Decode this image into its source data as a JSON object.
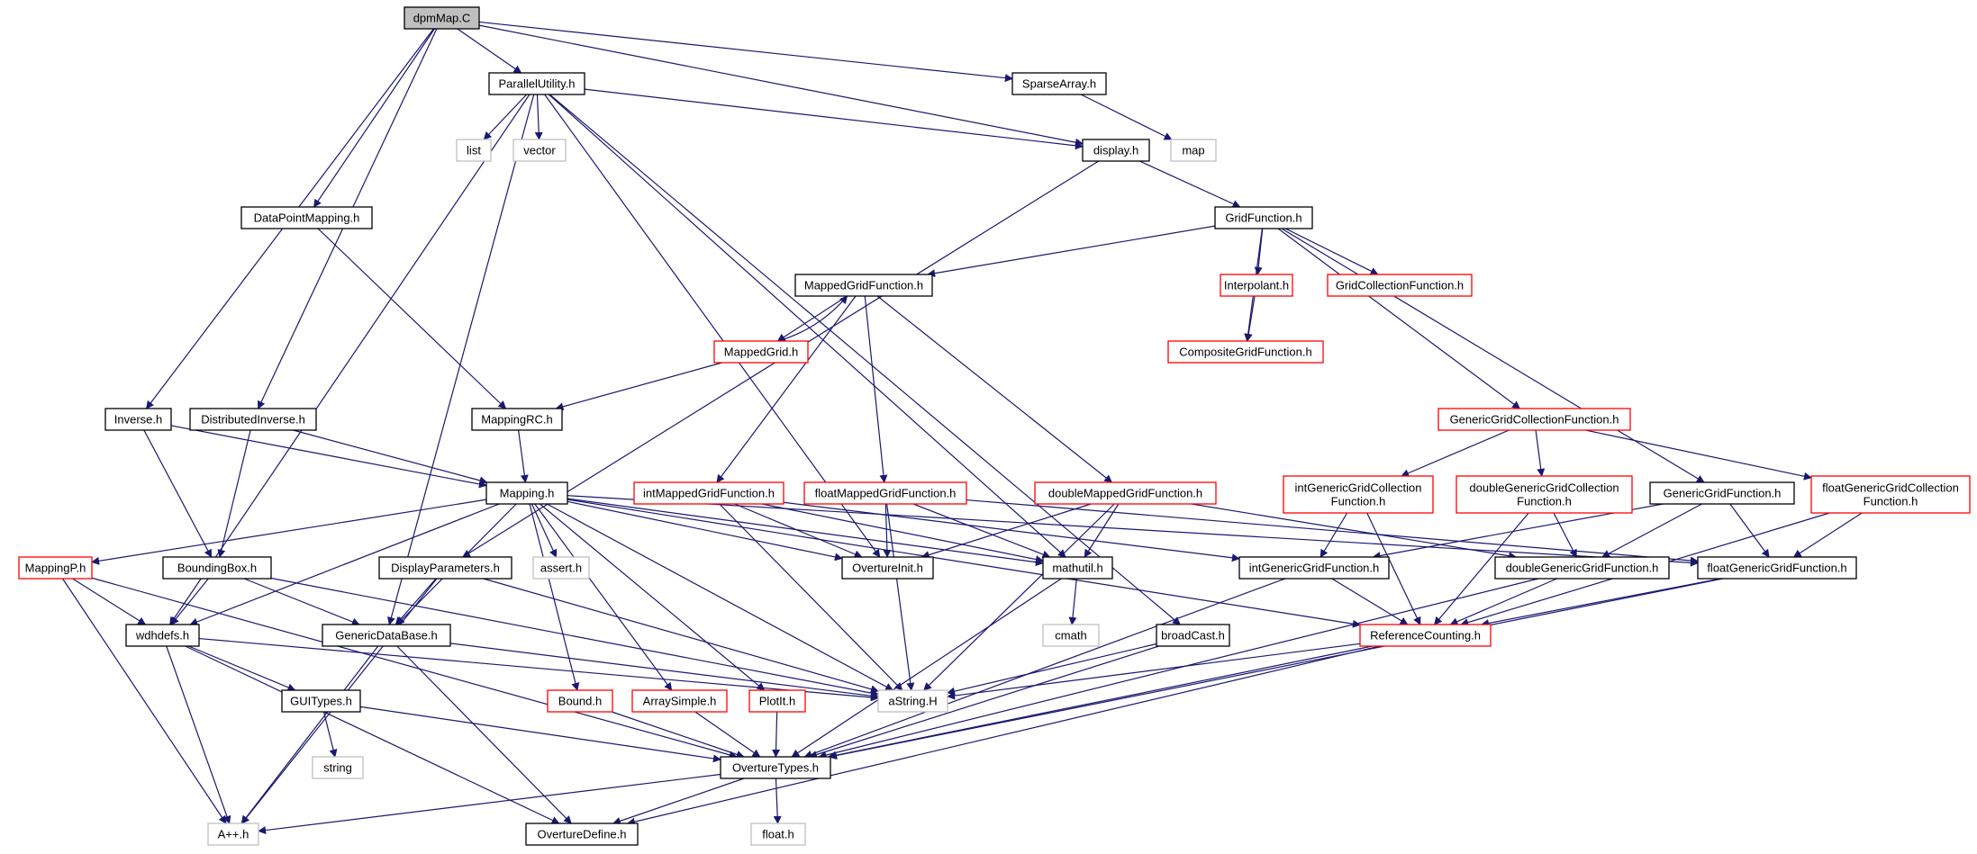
{
  "diagram": {
    "colors": {
      "edge": "#191970",
      "border_black": "#000000",
      "border_red": "#ff0000",
      "border_gray": "#bfbfbf",
      "root_fill": "#bfbfbf",
      "text_black": "#000000"
    },
    "nodes": [
      {
        "id": "dpmMapC",
        "label": "dpmMap.C",
        "style": "root"
      },
      {
        "id": "ParallelUtility",
        "label": "ParallelUtility.h",
        "style": "black"
      },
      {
        "id": "SparseArray",
        "label": "SparseArray.h",
        "style": "black"
      },
      {
        "id": "list",
        "label": "list",
        "style": "gray"
      },
      {
        "id": "vector",
        "label": "vector",
        "style": "gray"
      },
      {
        "id": "display",
        "label": "display.h",
        "style": "black"
      },
      {
        "id": "map",
        "label": "map",
        "style": "gray"
      },
      {
        "id": "DataPointMapping",
        "label": "DataPointMapping.h",
        "style": "black"
      },
      {
        "id": "GridFunction",
        "label": "GridFunction.h",
        "style": "black"
      },
      {
        "id": "MappedGridFunction",
        "label": "MappedGridFunction.h",
        "style": "black"
      },
      {
        "id": "Interpolant",
        "label": "Interpolant.h",
        "style": "red"
      },
      {
        "id": "GridCollectionFunction",
        "label": "GridCollectionFunction.h",
        "style": "red"
      },
      {
        "id": "MappedGrid",
        "label": "MappedGrid.h",
        "style": "red"
      },
      {
        "id": "CompositeGridFunction",
        "label": "CompositeGridFunction.h",
        "style": "red"
      },
      {
        "id": "InverseH",
        "label": "Inverse.h",
        "style": "black"
      },
      {
        "id": "DistributedInverse",
        "label": "DistributedInverse.h",
        "style": "black"
      },
      {
        "id": "MappingRC",
        "label": "MappingRC.h",
        "style": "black"
      },
      {
        "id": "GenericGridCollectionFunction",
        "label": "GenericGridCollectionFunction.h",
        "style": "red"
      },
      {
        "id": "MappingH",
        "label": "Mapping.h",
        "style": "black"
      },
      {
        "id": "intMappedGridFunction",
        "label": "intMappedGridFunction.h",
        "style": "red"
      },
      {
        "id": "floatMappedGridFunction",
        "label": "floatMappedGridFunction.h",
        "style": "red"
      },
      {
        "id": "doubleMappedGridFunction",
        "label": "doubleMappedGridFunction.h",
        "style": "red"
      },
      {
        "id": "intGenericGridCollectionFunction",
        "label": "intGenericGridCollection\nFunction.h",
        "style": "red"
      },
      {
        "id": "doubleGenericGridCollectionFunction",
        "label": "doubleGenericGridCollection\nFunction.h",
        "style": "red"
      },
      {
        "id": "GenericGridFunction",
        "label": "GenericGridFunction.h",
        "style": "black"
      },
      {
        "id": "floatGenericGridCollectionFunction",
        "label": "floatGenericGridCollection\nFunction.h",
        "style": "red"
      },
      {
        "id": "MappingP",
        "label": "MappingP.h",
        "style": "red"
      },
      {
        "id": "BoundingBox",
        "label": "BoundingBox.h",
        "style": "black"
      },
      {
        "id": "DisplayParameters",
        "label": "DisplayParameters.h",
        "style": "black"
      },
      {
        "id": "assert",
        "label": "assert.h",
        "style": "gray"
      },
      {
        "id": "OvertureInit",
        "label": "OvertureInit.h",
        "style": "black"
      },
      {
        "id": "mathutil",
        "label": "mathutil.h",
        "style": "black"
      },
      {
        "id": "intGenericGridFunction",
        "label": "intGenericGridFunction.h",
        "style": "black"
      },
      {
        "id": "doubleGenericGridFunction",
        "label": "doubleGenericGridFunction.h",
        "style": "black"
      },
      {
        "id": "floatGenericGridFunction",
        "label": "floatGenericGridFunction.h",
        "style": "black"
      },
      {
        "id": "wdhdefs",
        "label": "wdhdefs.h",
        "style": "black"
      },
      {
        "id": "GenericDataBase",
        "label": "GenericDataBase.h",
        "style": "black"
      },
      {
        "id": "cmath",
        "label": "cmath",
        "style": "gray"
      },
      {
        "id": "broadCast",
        "label": "broadCast.h",
        "style": "black"
      },
      {
        "id": "ReferenceCounting",
        "label": "ReferenceCounting.h",
        "style": "red"
      },
      {
        "id": "aString",
        "label": "aString.H",
        "style": "gray"
      },
      {
        "id": "GUITypes",
        "label": "GUITypes.h",
        "style": "black"
      },
      {
        "id": "BoundH",
        "label": "Bound.h",
        "style": "red"
      },
      {
        "id": "ArraySimple",
        "label": "ArraySimple.h",
        "style": "red"
      },
      {
        "id": "PlotIt",
        "label": "PlotIt.h",
        "style": "red"
      },
      {
        "id": "string",
        "label": "string",
        "style": "gray"
      },
      {
        "id": "OvertureTypes",
        "label": "OvertureTypes.h",
        "style": "black"
      },
      {
        "id": "App",
        "label": "A++.h",
        "style": "gray"
      },
      {
        "id": "OvertureDefine",
        "label": "OvertureDefine.h",
        "style": "black"
      },
      {
        "id": "floatH",
        "label": "float.h",
        "style": "gray"
      }
    ],
    "edges": [
      [
        "dpmMapC",
        "ParallelUtility"
      ],
      [
        "dpmMapC",
        "SparseArray"
      ],
      [
        "dpmMapC",
        "display"
      ],
      [
        "dpmMapC",
        "DataPointMapping"
      ],
      [
        "dpmMapC",
        "InverseH"
      ],
      [
        "dpmMapC",
        "DistributedInverse"
      ],
      [
        "ParallelUtility",
        "list"
      ],
      [
        "ParallelUtility",
        "vector"
      ],
      [
        "ParallelUtility",
        "display"
      ],
      [
        "ParallelUtility",
        "wdhdefs"
      ],
      [
        "ParallelUtility",
        "GenericDataBase"
      ],
      [
        "ParallelUtility",
        "OvertureInit"
      ],
      [
        "ParallelUtility",
        "mathutil"
      ],
      [
        "ParallelUtility",
        "broadCast"
      ],
      [
        "SparseArray",
        "map"
      ],
      [
        "display",
        "GridFunction"
      ],
      [
        "display",
        "DisplayParameters"
      ],
      [
        "DataPointMapping",
        "MappingRC"
      ],
      [
        "GridFunction",
        "MappedGridFunction"
      ],
      [
        "GridFunction",
        "Interpolant"
      ],
      [
        "GridFunction",
        "GridCollectionFunction"
      ],
      [
        "GridFunction",
        "CompositeGridFunction"
      ],
      [
        "GridFunction",
        "GenericGridCollectionFunction"
      ],
      [
        "GridFunction",
        "GenericGridFunction"
      ],
      [
        "MappedGridFunction",
        "MappedGrid"
      ],
      [
        "MappedGridFunction",
        "intMappedGridFunction"
      ],
      [
        "MappedGridFunction",
        "floatMappedGridFunction"
      ],
      [
        "MappedGridFunction",
        "doubleMappedGridFunction"
      ],
      [
        "MappedGrid",
        "MappedGridFunction"
      ],
      [
        "MappedGrid",
        "MappingRC"
      ],
      [
        "Interpolant",
        "CompositeGridFunction"
      ],
      [
        "InverseH",
        "MappingH"
      ],
      [
        "InverseH",
        "BoundingBox"
      ],
      [
        "DistributedInverse",
        "MappingH"
      ],
      [
        "DistributedInverse",
        "BoundingBox"
      ],
      [
        "MappingRC",
        "MappingH"
      ],
      [
        "GenericGridCollectionFunction",
        "intGenericGridCollectionFunction"
      ],
      [
        "GenericGridCollectionFunction",
        "doubleGenericGridCollectionFunction"
      ],
      [
        "GenericGridCollectionFunction",
        "floatGenericGridCollectionFunction"
      ],
      [
        "MappingH",
        "MappingP"
      ],
      [
        "MappingH",
        "wdhdefs"
      ],
      [
        "MappingH",
        "GenericDataBase"
      ],
      [
        "MappingH",
        "assert"
      ],
      [
        "MappingH",
        "OvertureInit"
      ],
      [
        "MappingH",
        "mathutil"
      ],
      [
        "MappingH",
        "ReferenceCounting"
      ],
      [
        "MappingH",
        "aString"
      ],
      [
        "MappingH",
        "BoundH"
      ],
      [
        "MappingH",
        "ArraySimple"
      ],
      [
        "MappingH",
        "PlotIt"
      ],
      [
        "MappingH",
        "floatGenericGridFunction"
      ],
      [
        "intMappedGridFunction",
        "OvertureInit"
      ],
      [
        "intMappedGridFunction",
        "mathutil"
      ],
      [
        "intMappedGridFunction",
        "aString"
      ],
      [
        "intMappedGridFunction",
        "intGenericGridFunction"
      ],
      [
        "floatMappedGridFunction",
        "OvertureInit"
      ],
      [
        "floatMappedGridFunction",
        "mathutil"
      ],
      [
        "floatMappedGridFunction",
        "aString"
      ],
      [
        "floatMappedGridFunction",
        "floatGenericGridFunction"
      ],
      [
        "doubleMappedGridFunction",
        "OvertureInit"
      ],
      [
        "doubleMappedGridFunction",
        "mathutil"
      ],
      [
        "doubleMappedGridFunction",
        "aString"
      ],
      [
        "doubleMappedGridFunction",
        "doubleGenericGridFunction"
      ],
      [
        "intGenericGridCollectionFunction",
        "intGenericGridFunction"
      ],
      [
        "intGenericGridCollectionFunction",
        "ReferenceCounting"
      ],
      [
        "doubleGenericGridCollectionFunction",
        "doubleGenericGridFunction"
      ],
      [
        "doubleGenericGridCollectionFunction",
        "ReferenceCounting"
      ],
      [
        "GenericGridFunction",
        "intGenericGridFunction"
      ],
      [
        "GenericGridFunction",
        "doubleGenericGridFunction"
      ],
      [
        "GenericGridFunction",
        "floatGenericGridFunction"
      ],
      [
        "floatGenericGridCollectionFunction",
        "floatGenericGridFunction"
      ],
      [
        "floatGenericGridCollectionFunction",
        "ReferenceCounting"
      ],
      [
        "MappingP",
        "wdhdefs"
      ],
      [
        "MappingP",
        "App"
      ],
      [
        "MappingP",
        "OvertureTypes"
      ],
      [
        "BoundingBox",
        "wdhdefs"
      ],
      [
        "BoundingBox",
        "GenericDataBase"
      ],
      [
        "BoundingBox",
        "aString"
      ],
      [
        "DisplayParameters",
        "GenericDataBase"
      ],
      [
        "DisplayParameters",
        "aString"
      ],
      [
        "DisplayParameters",
        "App"
      ],
      [
        "mathutil",
        "cmath"
      ],
      [
        "mathutil",
        "OvertureTypes"
      ],
      [
        "intGenericGridFunction",
        "ReferenceCounting"
      ],
      [
        "intGenericGridFunction",
        "OvertureTypes"
      ],
      [
        "doubleGenericGridFunction",
        "ReferenceCounting"
      ],
      [
        "doubleGenericGridFunction",
        "OvertureTypes"
      ],
      [
        "floatGenericGridFunction",
        "ReferenceCounting"
      ],
      [
        "floatGenericGridFunction",
        "OvertureTypes"
      ],
      [
        "wdhdefs",
        "App"
      ],
      [
        "wdhdefs",
        "GUITypes"
      ],
      [
        "wdhdefs",
        "aString"
      ],
      [
        "wdhdefs",
        "OvertureDefine"
      ],
      [
        "GenericDataBase",
        "App"
      ],
      [
        "GenericDataBase",
        "aString"
      ],
      [
        "GenericDataBase",
        "OvertureDefine"
      ],
      [
        "broadCast",
        "aString"
      ],
      [
        "broadCast",
        "OvertureTypes"
      ],
      [
        "ReferenceCounting",
        "aString"
      ],
      [
        "ReferenceCounting",
        "OvertureTypes"
      ],
      [
        "ReferenceCounting",
        "OvertureDefine"
      ],
      [
        "GUITypes",
        "string"
      ],
      [
        "GUITypes",
        "OvertureTypes"
      ],
      [
        "BoundH",
        "OvertureTypes"
      ],
      [
        "ArraySimple",
        "OvertureTypes"
      ],
      [
        "PlotIt",
        "OvertureTypes"
      ],
      [
        "OvertureTypes",
        "App"
      ],
      [
        "OvertureTypes",
        "OvertureDefine"
      ],
      [
        "OvertureTypes",
        "floatH"
      ]
    ]
  }
}
